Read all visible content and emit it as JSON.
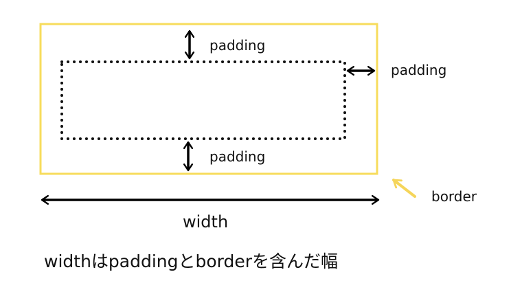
{
  "diagram": {
    "labels": {
      "padding_top": "padding",
      "padding_right": "padding",
      "padding_bottom": "padding",
      "border": "border",
      "width": "width",
      "caption": "widthはpaddingとborderを含んだ幅"
    },
    "colors": {
      "border": "#F7DC5C",
      "arrow": "#000000",
      "dotted": "#111111",
      "pointer": "#F5D55A",
      "text": "#111111"
    }
  }
}
